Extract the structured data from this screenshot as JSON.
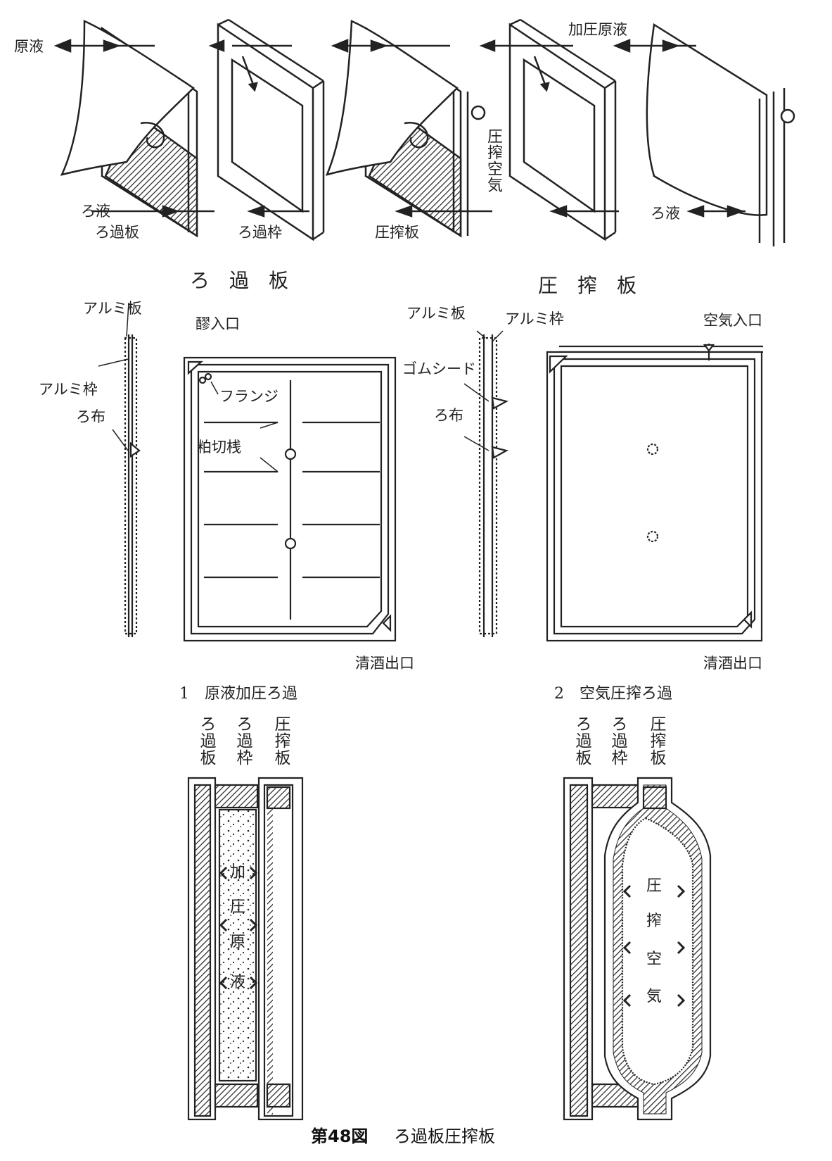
{
  "top": {
    "genneki": "原液",
    "kaatsu_genneki": "加圧原液",
    "roeki_left": "ろ液",
    "roeki_right": "ろ液",
    "rokaban": "ろ過板",
    "rokawaku": "ろ過枠",
    "asshakuban": "圧搾板",
    "asshaku_kuki": "圧搾空気"
  },
  "headings": {
    "filter_plate": "ろ　過　板",
    "press_plate": "圧　搾　板"
  },
  "mid": {
    "arumi_ita_left": "アルミ板",
    "arumi_waku_left": "アルミ枠",
    "rofu_left": "ろ布",
    "moromi_iriguchi": "醪入口",
    "flange": "フランジ",
    "kasu_kiri_san": "粕切桟",
    "seishu_deguchi_left": "清酒出口",
    "arumi_ita_right": "アルミ板",
    "arumi_waku_right": "アルミ枠",
    "gomu_sheet": "ゴムシード",
    "rofu_right": "ろ布",
    "kuki_iriguchi": "空気入口",
    "seishu_deguchi_right": "清酒出口"
  },
  "bottom": {
    "left_title": "1　原液加圧ろ過",
    "right_title": "2　空気圧搾ろ過",
    "col_rokaban": "ろ過板",
    "col_rokawaku": "ろ過枠",
    "col_asshakuban": "圧搾板",
    "left_inner": [
      "加",
      "圧",
      "原",
      "液"
    ],
    "right_inner": [
      "圧",
      "搾",
      "空",
      "気"
    ]
  },
  "caption": {
    "number": "第48図",
    "title": "ろ過板圧搾板"
  }
}
